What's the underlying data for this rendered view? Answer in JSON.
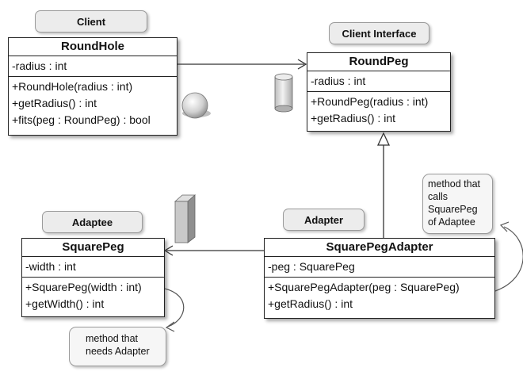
{
  "tags": {
    "client": "Client",
    "client_interface": "Client Interface",
    "adaptee": "Adaptee",
    "adapter": "Adapter"
  },
  "classes": {
    "roundhole": {
      "name": "RoundHole",
      "attributes": [
        "-radius : int"
      ],
      "methods": [
        "+RoundHole(radius : int)",
        "+getRadius() : int",
        "+fits(peg : RoundPeg) : bool"
      ]
    },
    "roundpeg": {
      "name": "RoundPeg",
      "attributes": [
        "-radius : int"
      ],
      "methods": [
        "+RoundPeg(radius : int)",
        "+getRadius() : int"
      ]
    },
    "squarepeg": {
      "name": "SquarePeg",
      "attributes": [
        "-width : int"
      ],
      "methods": [
        "+SquarePeg(width : int)",
        "+getWidth() : int"
      ]
    },
    "squarepegadapter": {
      "name": "SquarePegAdapter",
      "attributes": [
        "-peg : SquarePeg"
      ],
      "methods": [
        "+SquarePegAdapter(peg : SquarePeg)",
        "+getRadius() : int"
      ]
    }
  },
  "notes": {
    "adapter_method": [
      "method that",
      "calls",
      "SquarePeg",
      "of Adaptee"
    ],
    "adaptee_method": [
      "method that",
      "needs Adapter"
    ]
  },
  "colors": {
    "line": "#333333",
    "tag_fill": "#ececec",
    "note_fill": "#f6f6f6"
  }
}
